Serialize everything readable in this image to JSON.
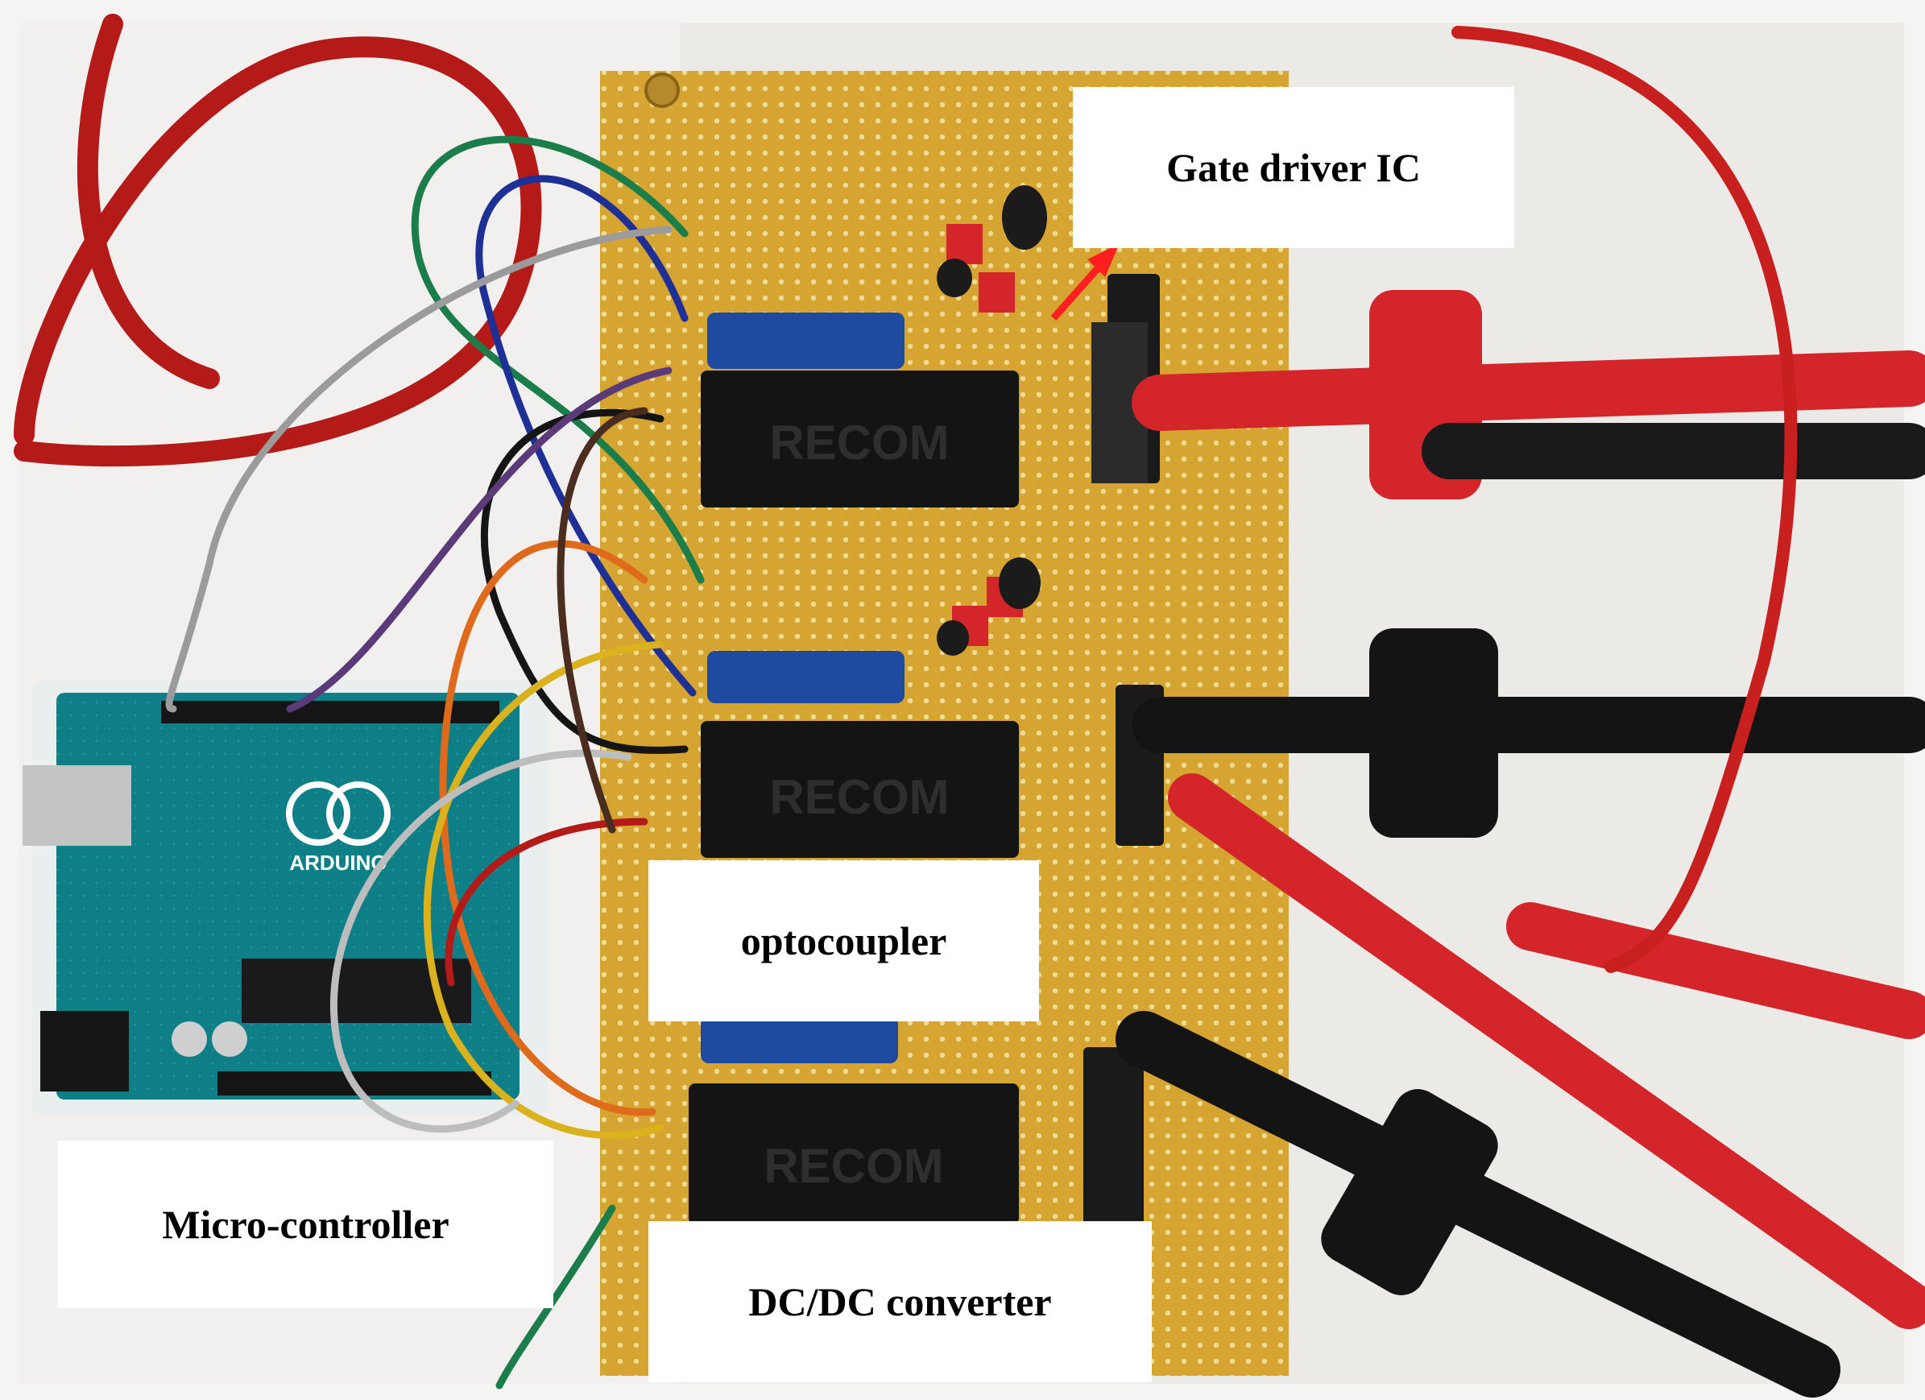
{
  "figure": {
    "labels": {
      "gate_driver": "Gate driver IC",
      "optocoupler": "optocoupler",
      "microcontroller": "Micro-controller",
      "dcdc_converter": "DC/DC converter"
    },
    "module_brand": "RECOM",
    "controller_brand": "ARDUINO"
  }
}
